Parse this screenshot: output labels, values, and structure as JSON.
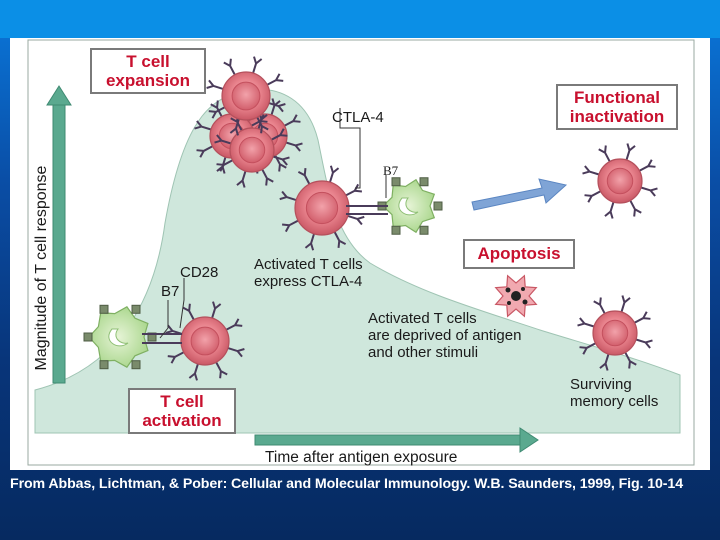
{
  "diagram": {
    "y_axis_label": "Magnitude of T cell response",
    "x_axis_label": "Time after antigen exposure",
    "stages": {
      "expansion": "T cell\nexpansion",
      "activation": "T cell\nactivation",
      "inactivation": "Functional\ninactivation",
      "apoptosis": "Apoptosis"
    },
    "labels": {
      "ctla4": "CTLA-4",
      "b7_top": "B7",
      "cd28": "CD28",
      "b7_bottom": "B7",
      "activated_ctla4_line1": "Activated T cells",
      "activated_ctla4_line2": "express CTLA-4",
      "deprived_line1": "Activated T cells",
      "deprived_line2": "are deprived of antigen",
      "deprived_line3": "and other stimuli",
      "memory_line1": "Surviving",
      "memory_line2": "memory cells"
    },
    "colors": {
      "curve_fill": "#cfe7dc",
      "arrow": "#5aa98f",
      "stage_text": "#c8102e",
      "t_cell": "#e8828c",
      "apc": "#c3e3a6",
      "blue_arrow": "#7fa4d6"
    }
  },
  "caption": "From Abbas, Lichtman, & Pober: Cellular and Molecular Immunology. W.B. Saunders, 1999, Fig. 10-14"
}
